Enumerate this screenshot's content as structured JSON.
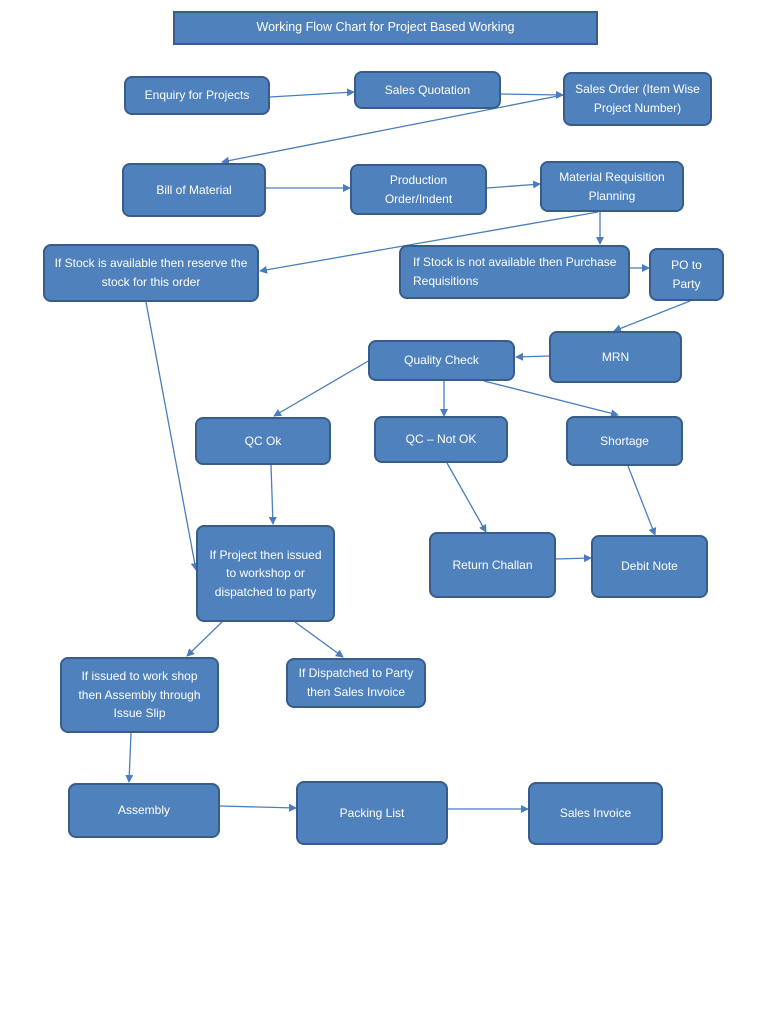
{
  "colors": {
    "box_fill": "#4f81bd",
    "box_border": "#385d8a",
    "arrow": "#4a7ebb",
    "text": "#ffffff"
  },
  "diagram": {
    "title": "Working Flow Chart for Project Based Working",
    "nodes": {
      "enquiry": "Enquiry for Projects",
      "quotation": "Sales Quotation",
      "sales_order": "Sales Order (Item Wise Project Number)",
      "bom": "Bill of Material",
      "production": "Production Order/Indent",
      "mrp": "Material Requisition Planning",
      "reserve_stock": "If Stock is available then reserve the stock for this order",
      "purchase_req": "If Stock is not available then Purchase Requisitions",
      "po_party": "PO to Party",
      "mrn": "MRN",
      "quality_check": "Quality Check",
      "qc_ok": "QC Ok",
      "qc_not_ok": "QC – Not OK",
      "shortage": "Shortage",
      "project_issue": "If Project then issued to workshop or dispatched to party",
      "return_challan": "Return Challan",
      "debit_note": "Debit Note",
      "workshop_issue": "If issued to work shop then Assembly through Issue Slip",
      "dispatch_party": "If Dispatched to Party then Sales Invoice",
      "assembly": "Assembly",
      "packing_list": "Packing List",
      "sales_invoice": "Sales Invoice"
    },
    "edges": [
      [
        "enquiry",
        "quotation"
      ],
      [
        "quotation",
        "sales_order"
      ],
      [
        "sales_order",
        "bom"
      ],
      [
        "bom",
        "production"
      ],
      [
        "production",
        "mrp"
      ],
      [
        "mrp",
        "reserve_stock"
      ],
      [
        "mrp",
        "purchase_req"
      ],
      [
        "purchase_req",
        "po_party"
      ],
      [
        "po_party",
        "mrn"
      ],
      [
        "mrn",
        "quality_check"
      ],
      [
        "quality_check",
        "qc_ok"
      ],
      [
        "quality_check",
        "qc_not_ok"
      ],
      [
        "quality_check",
        "shortage"
      ],
      [
        "qc_ok",
        "project_issue"
      ],
      [
        "reserve_stock",
        "project_issue"
      ],
      [
        "qc_not_ok",
        "return_challan"
      ],
      [
        "shortage",
        "debit_note"
      ],
      [
        "return_challan",
        "debit_note"
      ],
      [
        "project_issue",
        "workshop_issue"
      ],
      [
        "project_issue",
        "dispatch_party"
      ],
      [
        "workshop_issue",
        "assembly"
      ],
      [
        "assembly",
        "packing_list"
      ],
      [
        "packing_list",
        "sales_invoice"
      ]
    ]
  }
}
